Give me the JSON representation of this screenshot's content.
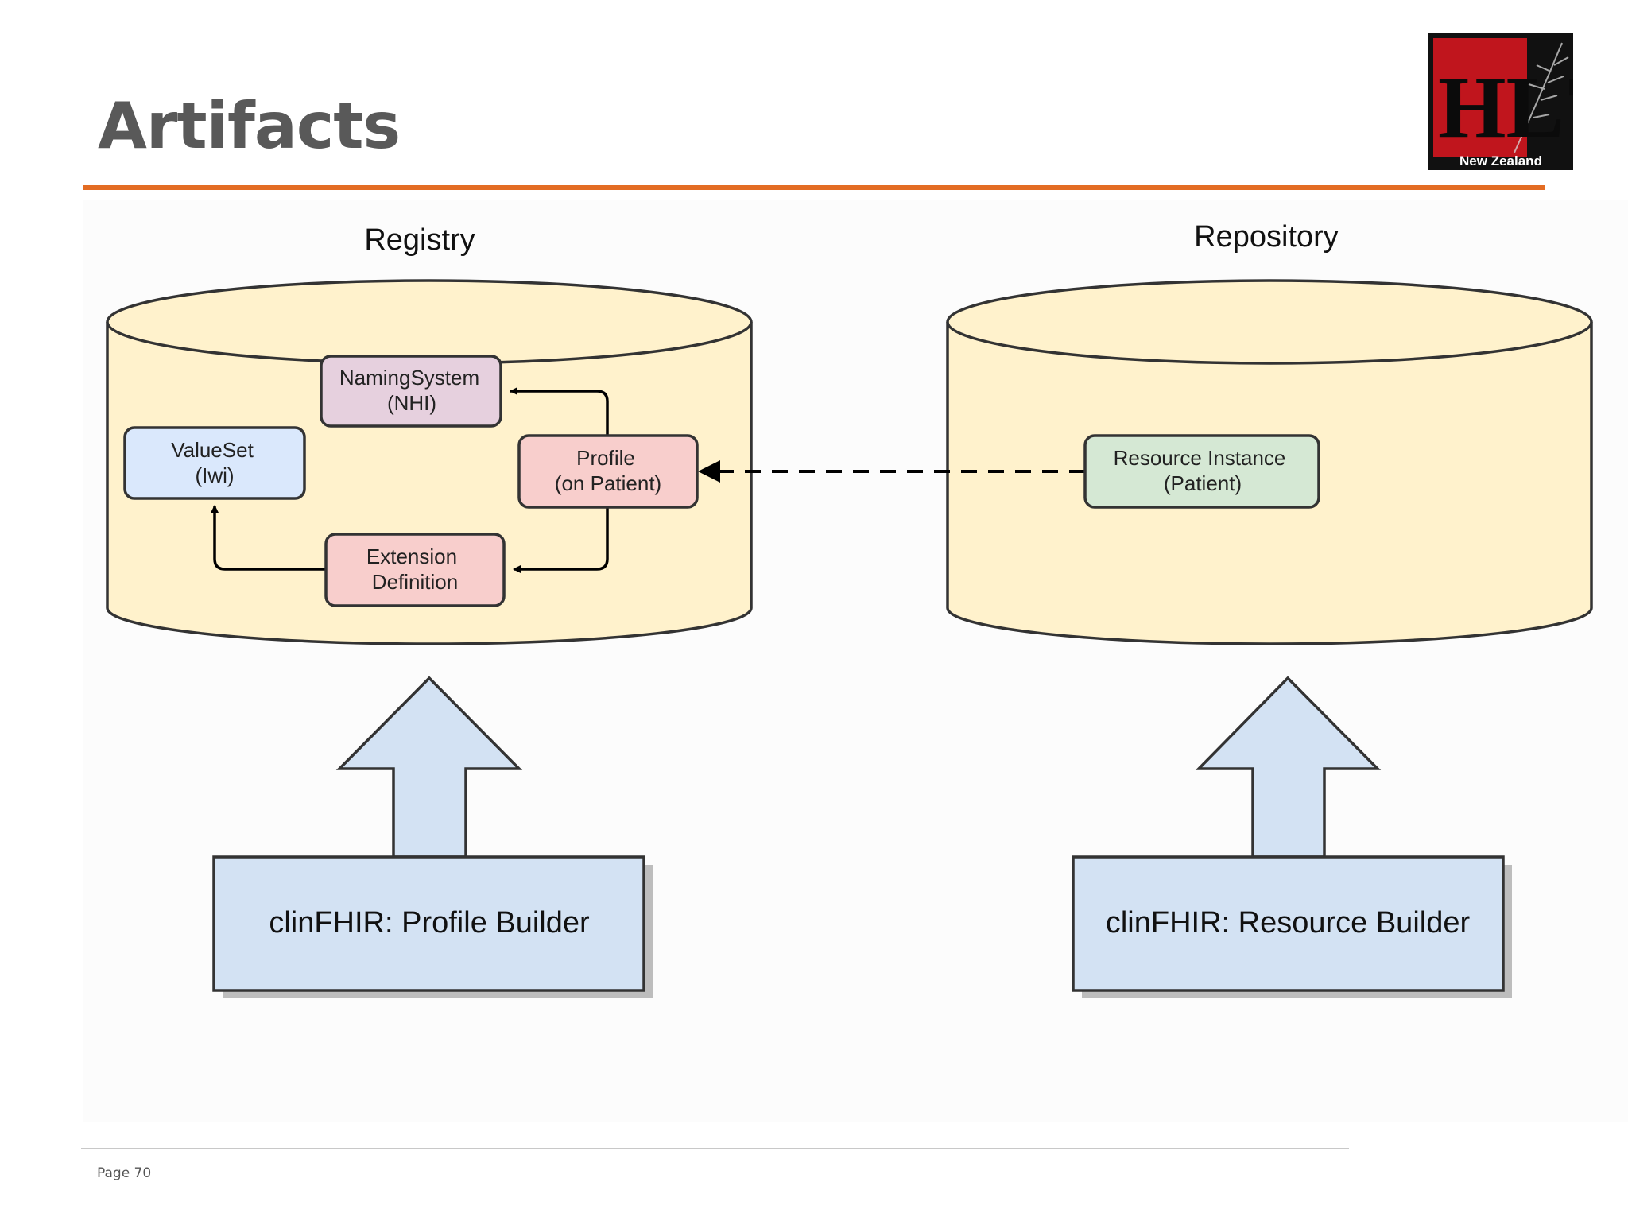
{
  "slide": {
    "title": "Artifacts",
    "page": "Page 70"
  },
  "logo": {
    "letters": "HL7",
    "subtitle": "New Zealand"
  },
  "diagram": {
    "registry": {
      "label": "Registry",
      "nodes": {
        "naming_system": {
          "line1": "NamingSystem",
          "line2": "(NHI)"
        },
        "value_set": {
          "line1": "ValueSet",
          "line2": "(Iwi)"
        },
        "profile": {
          "line1": "Profile",
          "line2": "(on Patient)"
        },
        "extension": {
          "line1": "Extension",
          "line2": "Definition"
        }
      }
    },
    "repository": {
      "label": "Repository",
      "nodes": {
        "resource_instance": {
          "line1": "Resource Instance",
          "line2": "(Patient)"
        }
      }
    },
    "tools": {
      "profile_builder": "clinFHIR: Profile Builder",
      "resource_builder": "clinFHIR: Resource Builder"
    }
  },
  "colors": {
    "accent_rule": "#e36c23",
    "cylinder_fill": "#fff2cc",
    "naming_fill": "#e6d0de",
    "valueset_fill": "#dae8fc",
    "pink_fill": "#f8cecc",
    "green_fill": "#d5e8d4",
    "tool_fill": "#d3e2f3",
    "stroke": "#333333"
  }
}
